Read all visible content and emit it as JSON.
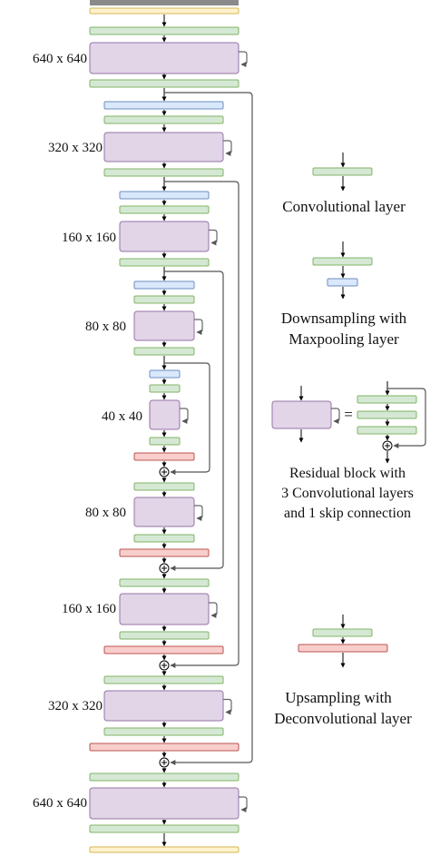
{
  "diagram": {
    "colors": {
      "conv": "#d5e8d4",
      "conv_stroke": "#82b366",
      "down": "#dae8fc",
      "down_stroke": "#6c8ebf",
      "up": "#f8cecc",
      "up_stroke": "#b85450",
      "res": "#e1d5e7",
      "res_stroke": "#9673a6",
      "io": "#fff2cc",
      "io_stroke": "#d6b656",
      "line": "#000000",
      "skip_line": "#555555"
    },
    "stages": [
      {
        "resolution": "640 x 640"
      },
      {
        "resolution": "320 x 320"
      },
      {
        "resolution": "160 x 160"
      },
      {
        "resolution": "80 x 80"
      },
      {
        "resolution": "40 x 40"
      },
      {
        "resolution": "80 x 80"
      },
      {
        "resolution": "160 x 160"
      },
      {
        "resolution": "320 x 320"
      },
      {
        "resolution": "640 x 640"
      }
    ],
    "legend": {
      "conv": "Convolutional layer",
      "down_line1": "Downsampling with",
      "down_line2": "Maxpooling layer",
      "residual_eq": "=",
      "residual_line1": "Residual block with",
      "residual_line2": "3 Convolutional layers",
      "residual_line3": "and 1 skip connection",
      "up_line1": "Upsampling with",
      "up_line2": "Deconvolutional layer"
    },
    "plus_symbol": "+"
  }
}
